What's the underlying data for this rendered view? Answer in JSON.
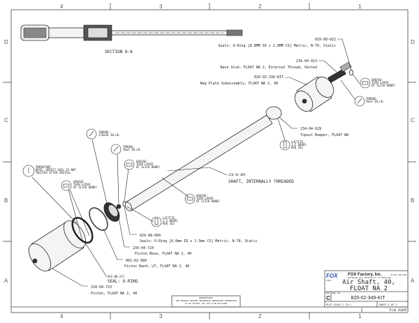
{
  "frame": {
    "columns": [
      "4",
      "3",
      "2",
      "1"
    ],
    "rows": [
      "D",
      "C",
      "B",
      "A"
    ]
  },
  "section_label": "SECTION A-A",
  "callouts": {
    "oring_8": {
      "part": "029-08-022",
      "desc": "Seals: O-Ring [8.0MM ID x 1.0MM CS] Metric, N-70, Static"
    },
    "base_stud": {
      "part": "234-04-913",
      "desc": "Base Stud: FLOAT NA 2, External Thread, Vented"
    },
    "neg_plate": {
      "part": "820-02-330-KIT",
      "desc": "Neg Plate Subassembly, FLOAT NA 2, 40"
    },
    "topout": {
      "part": "234-04-629",
      "desc": "Topout Bumper, FLOAT NA"
    },
    "shaft": {
      "part": "220-10-409",
      "desc": "SHAFT, INTERNALLY THREADED"
    },
    "oring_6": {
      "part": "029-08-060",
      "desc": "Seals: O-Ring [6.0mm ID x 1.5mm CS] Metric, N-70, Static"
    },
    "piston_base": {
      "part": "234-04-724",
      "desc": "Piston Base, FLOAT NA 2, 40"
    },
    "piston_band": {
      "part": "002-02-060",
      "desc": "Piston Band, LF, FLOAT NA 2, 40"
    },
    "seal_oring": {
      "part": "035-08-217",
      "desc": "SEAL: O-RING"
    },
    "piston": {
      "part": "234-04-723",
      "desc": "Piston, FLOAT NA 2, 40"
    }
  },
  "notes": {
    "grease": [
      "GREASE:",
      "THIN LAYER",
      "OF SLICK HONEY"
    ],
    "torque_50": [
      "TORQUE:",
      "50±3 IN.LB."
    ],
    "torque_170": [
      "TORQUE:",
      "170±10 IN.LB."
    ],
    "loctite": [
      "LOCTITE:",
      "1-2 DROPS",
      "RED 262"
    ],
    "important": [
      "IMPORTANT:",
      "NOTE: VERIFY SEAL IS NOT",
      "TWISTED AFTER INSTALL"
    ]
  },
  "proprietary": {
    "title": "PROPRIETARY",
    "lines": [
      "THIS DRAWING CONTAINS CONFIDENTIAL PROPRIETARY INFORMATION",
      "OF FOX FACTORY, INC. NOT TO BE DISCLOSED"
    ]
  },
  "title_block": {
    "company": "FOX Factory, Inc.",
    "address": "130 Hangar Way, Watsonville, CA 95076 USA",
    "phone": "Ph 831-768-1100",
    "logo": "FOX",
    "title_label": "TITLE",
    "title_line1": "Air Shaft, 40,",
    "title_line2": "FLOAT NA 2",
    "size_label": "SIZE",
    "dwg_label": "DWG. NO.",
    "size": "C",
    "dwg_no": "820-02-349-KIT",
    "scale": "PLOT SCALE 1.75:1",
    "sheet": "SHEET 1 OF 1",
    "footer": "ProE ASSEM"
  },
  "colors": {
    "logo": "#2a4fa8"
  }
}
